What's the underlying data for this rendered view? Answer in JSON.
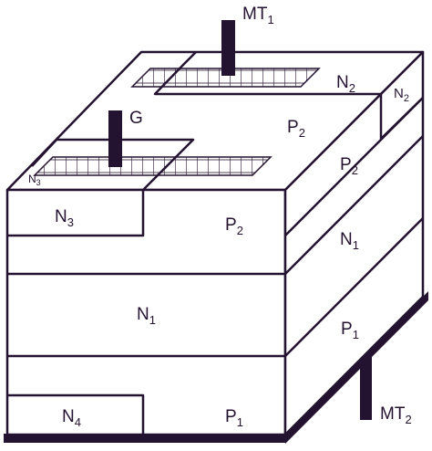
{
  "colors": {
    "line": "#241330",
    "background": "#ffffff",
    "electrode": "#241330"
  },
  "terminals": {
    "mt1": {
      "main": "MT",
      "sub": "1"
    },
    "mt2": {
      "main": "MT",
      "sub": "2"
    },
    "gate": {
      "main": "G",
      "sub": ""
    }
  },
  "regions": {
    "top_n2": {
      "main": "N",
      "sub": "2"
    },
    "corner_n2": {
      "main": "N",
      "sub": "2"
    },
    "top_p2": {
      "main": "P",
      "sub": "2"
    },
    "side_p2": {
      "main": "P",
      "sub": "2"
    },
    "top_n3": {
      "main": "N",
      "sub": "3"
    },
    "front_n3": {
      "main": "N",
      "sub": "3"
    },
    "front_p2": {
      "main": "P",
      "sub": "2"
    },
    "side_n1": {
      "main": "N",
      "sub": "1"
    },
    "front_n1": {
      "main": "N",
      "sub": "1"
    },
    "side_p1": {
      "main": "P",
      "sub": "1"
    },
    "front_n4": {
      "main": "N",
      "sub": "4"
    },
    "front_p1": {
      "main": "P",
      "sub": "1"
    }
  }
}
